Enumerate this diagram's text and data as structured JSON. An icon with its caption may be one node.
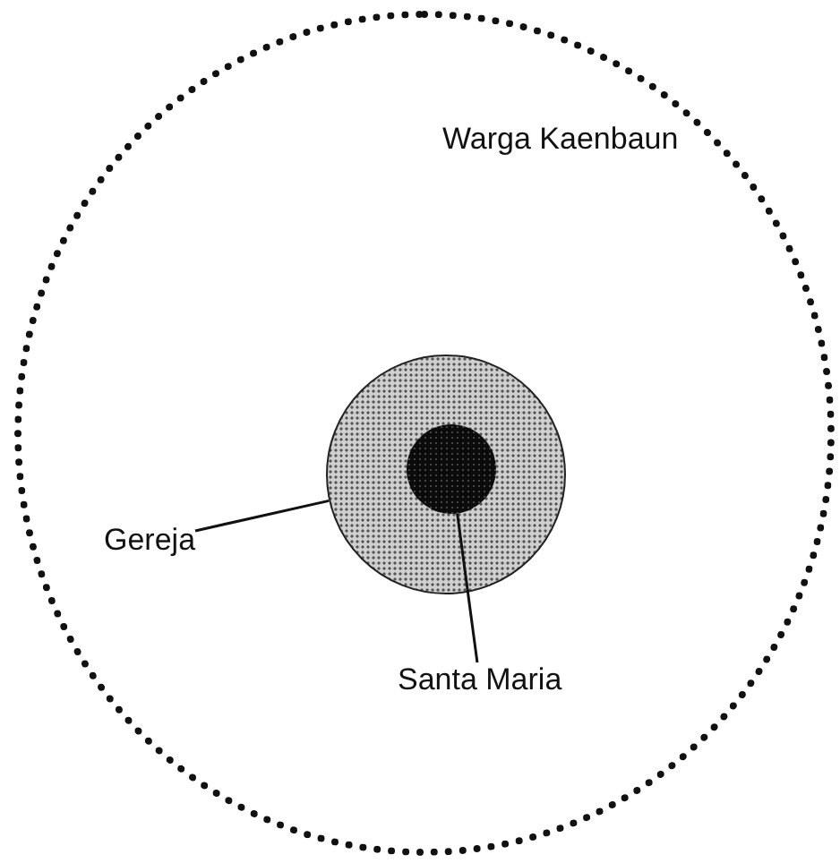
{
  "diagram": {
    "nodes": [
      {
        "text": [
          "Warga Kaenbaun"
        ]
      },
      {
        "text": [],
        "shape": "circle",
        "in": 0
      },
      {
        "text": [],
        "shape": "circle",
        "in": 1
      },
      {
        "text": [
          "Gereja"
        ],
        "in": 0
      },
      {
        "text": [
          "Santa Maria"
        ],
        "in": 0
      }
    ],
    "edges": [
      {
        "from": 3,
        "to": 1,
        "arrow": "none"
      },
      {
        "from": 4,
        "to": 2,
        "arrow": "none"
      }
    ]
  }
}
